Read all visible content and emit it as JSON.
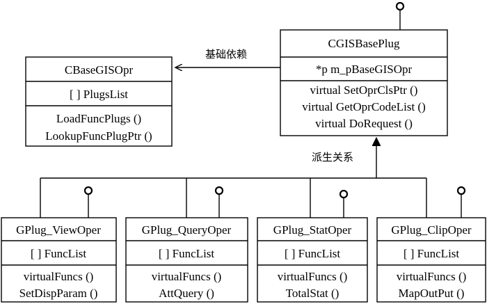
{
  "cgis": {
    "name": "CGISBasePlug",
    "attr": "*p  m_pBaseGISOpr",
    "methods": [
      "virtual SetOprClsPtr ()",
      "virtual GetOprCodeList ()",
      "virtual DoRequest ()"
    ]
  },
  "cbase": {
    "name": "CBaseGISOpr",
    "attr": "[ ] PlugsList",
    "methods": [
      "LoadFuncPlugs ()",
      "LookupFuncPlugPtr ()"
    ]
  },
  "relations": {
    "dependency": "基础依赖",
    "inheritance": "派生关系"
  },
  "plugs": [
    {
      "name": "GPlug_ViewOper",
      "attr": "[ ] FuncList",
      "methods": [
        "virtualFuncs ()",
        "SetDispParam ()"
      ]
    },
    {
      "name": "GPlug_QueryOper",
      "attr": "[ ] FuncList",
      "methods": [
        "virtualFuncs ()",
        "AttQuery ()"
      ]
    },
    {
      "name": "GPlug_StatOper",
      "attr": "[ ] FuncList",
      "methods": [
        "virtualFuncs ()",
        "TotalStat ()"
      ]
    },
    {
      "name": "GPlug_ClipOper",
      "attr": "[ ] FuncList",
      "methods": [
        "virtualFuncs ()",
        "MapOutPut ()"
      ]
    }
  ]
}
